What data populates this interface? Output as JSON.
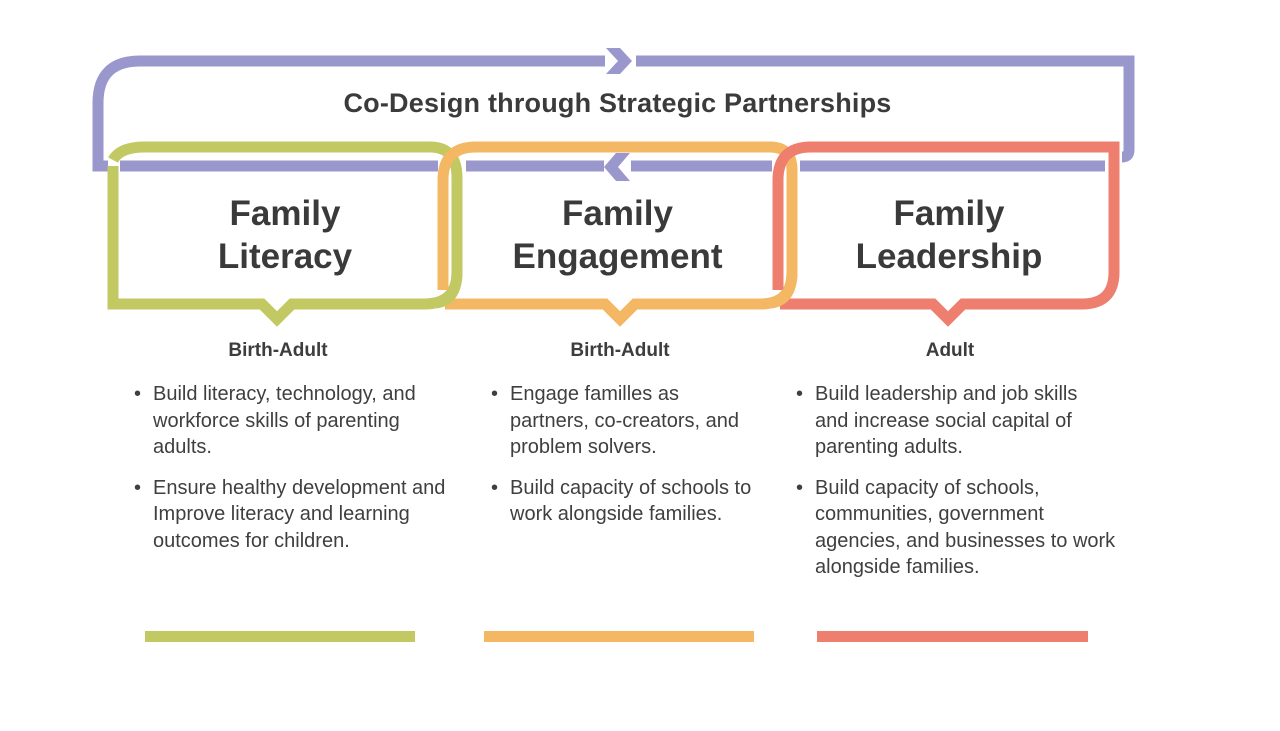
{
  "colors": {
    "loop": "#9a97cc",
    "literacy": "#c2c862",
    "engagement": "#f4b764",
    "leadership": "#ee7f6e",
    "text": "#3a3a3a"
  },
  "loop": {
    "title": "Co-Design through Strategic Partnerships",
    "top_arrow_icon": "chevron-right-arrow",
    "bottom_arrow_icon": "chevron-left-arrow"
  },
  "columns": [
    {
      "title_line1": "Family",
      "title_line2": "Literacy",
      "age_range": "Birth-Adult",
      "bullets": [
        "Build literacy, technology, and workforce skills of parenting adults.",
        "Ensure healthy development and Improve literacy and learning outcomes for children."
      ]
    },
    {
      "title_line1": "Family",
      "title_line2": "Engagement",
      "age_range": "Birth-Adult",
      "bullets": [
        "Engage familles as partners, co-creators, and problem solvers.",
        "Build capacity of schools to work alongside families."
      ]
    },
    {
      "title_line1": "Family",
      "title_line2": "Leadership",
      "age_range": "Adult",
      "bullets": [
        "Build leadership and job skills and increase social capital of parenting adults.",
        "Build capacity of schools, communities, government agencies, and businesses to work alongside families."
      ]
    }
  ],
  "bullet_glyph": "•"
}
